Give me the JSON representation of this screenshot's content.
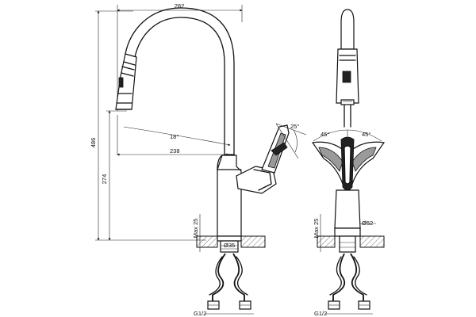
{
  "dimensions": {
    "width_top": "282",
    "height_total": "486",
    "height_spout": "274",
    "spout_reach": "238",
    "spout_angle": "18°",
    "handle_angle": "25°",
    "rotation_left": "45°",
    "rotation_right": "45°",
    "max_deck_left": "Max 25",
    "max_deck_right": "Max 25",
    "base_diameter": "Ø52",
    "hole_diameter": "Ø35",
    "thread_left": "G1/2",
    "thread_right": "G1/2"
  },
  "colors": {
    "line": "#111111",
    "hatch": "#555555"
  }
}
